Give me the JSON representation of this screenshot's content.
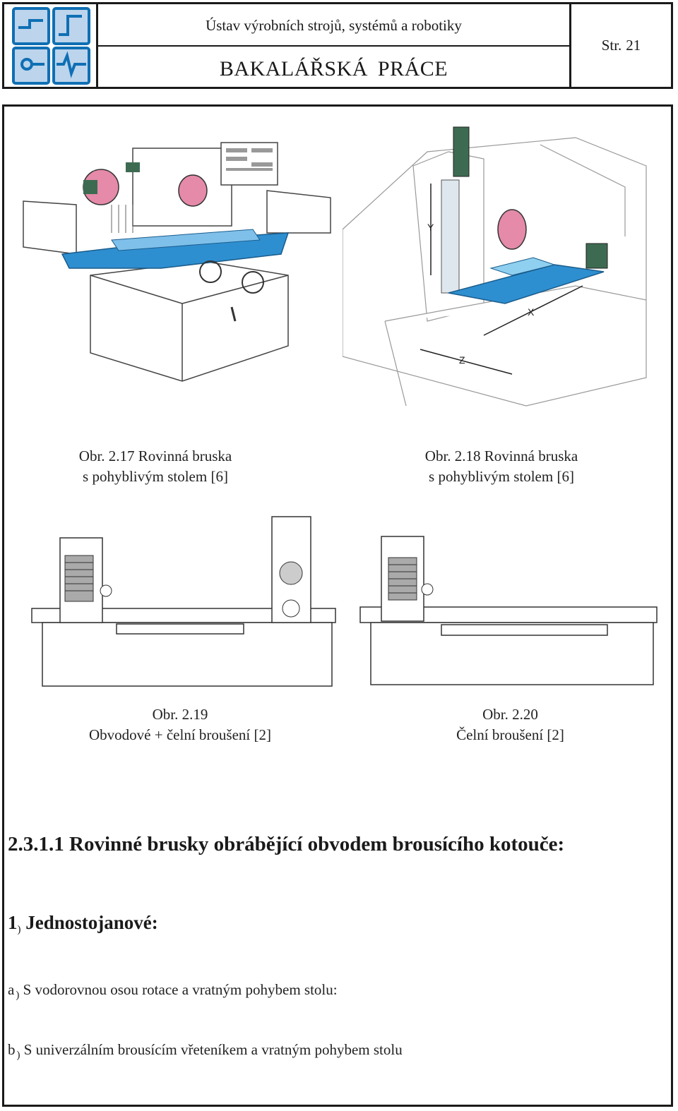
{
  "header": {
    "institute": "Ústav výrobních strojů, systémů a robotiky",
    "thesis_type": "BAKALÁŘSKÁ  PRÁCE",
    "page_label": "Str.",
    "page_number": "21",
    "logo_icon": "institute-logo-icon",
    "logo_color": "#0f6fb4"
  },
  "figures": [
    {
      "number": "Obr. 2.17 Rovinná bruska",
      "text": "s pohyblivým stolem [6]"
    },
    {
      "number": "Obr. 2.18 Rovinná bruska",
      "text": "s pohyblivým stolem [6]"
    },
    {
      "number": "Obr. 2.19",
      "text": "Obvodové + čelní broušení [2]"
    },
    {
      "number": "Obr. 2.20",
      "text": "Čelní broušení [2]"
    }
  ],
  "figure_axis_labels": {
    "y": "Y",
    "x": "X",
    "z": "Z"
  },
  "section": {
    "heading": "2.3.1.1 Rovinné brusky obráběјící obvodem brousícího kotouče:",
    "sub_number": "1",
    "sub_paren": ")",
    "sub_title": "Jednostojanové:",
    "items": [
      {
        "letter": "a",
        "paren": ")",
        "text": "S vodorovnou osou rotace a vratným pohybem stolu:"
      },
      {
        "letter": "b",
        "paren": ")",
        "text": "S univerzálním brousícím vřeteníkem a vratným pohybem stolu"
      }
    ]
  },
  "colors": {
    "table_blue": "#2e8fd0",
    "wheel_pink": "#e58aa8",
    "motor_green": "#3d6b52"
  }
}
